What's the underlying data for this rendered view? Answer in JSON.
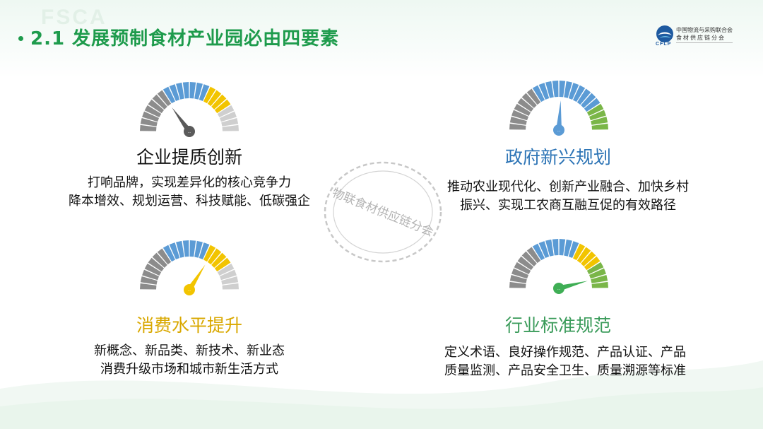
{
  "header": {
    "watermark": "FSCA",
    "title": "2.1  发展预制食材产业园必由四要素"
  },
  "logo": {
    "line1": "中国物流与采购联合会",
    "line2": "食材供应链分会",
    "abbr": "CFLP"
  },
  "stamp": {
    "text": "物联食材供应链分会"
  },
  "colors": {
    "title_green": "#1e9b4c",
    "gauge_gray": "#8c8c8c",
    "gauge_light_gray": "#cfcfcf",
    "gauge_blue": "#5b9bd5",
    "gauge_yellow": "#f2c400",
    "gauge_green": "#7ab648",
    "block_black": "#111111",
    "block_blue": "#2e75b6",
    "block_yellow": "#d9a800",
    "block_green": "#3a9b5a"
  },
  "blocks": [
    {
      "title": "企业提质创新",
      "lines": [
        "打响品牌，实现差异化的核心竞争力",
        "降本增效、规划运营、科技赋能、低碳强企"
      ],
      "hub_label": "...",
      "needle_percent": 30,
      "icon": "speedometer-gauge-icon"
    },
    {
      "title": "政府新兴规划",
      "lines": [
        "推动农业现代化、创新产业融合、加快乡村",
        "振兴、实现工农商互融互促的有效路径"
      ],
      "hub_label": "...",
      "needle_percent": 52,
      "icon": "speedometer-gauge-icon"
    },
    {
      "title": "消费水平提升",
      "lines": [
        "新概念、新品类、新技术、新业态",
        "消费升级市场和城市新生活方式"
      ],
      "hub_label": "...",
      "needle_percent": 68,
      "icon": "speedometer-gauge-icon"
    },
    {
      "title": "行业标准规范",
      "lines": [
        "定义术语、良好操作规范、产品认证、产品",
        "质量监测、产品安全卫生、质量溯源等标准"
      ],
      "hub_label": "...",
      "needle_percent": 92,
      "icon": "speedometer-gauge-icon"
    }
  ]
}
